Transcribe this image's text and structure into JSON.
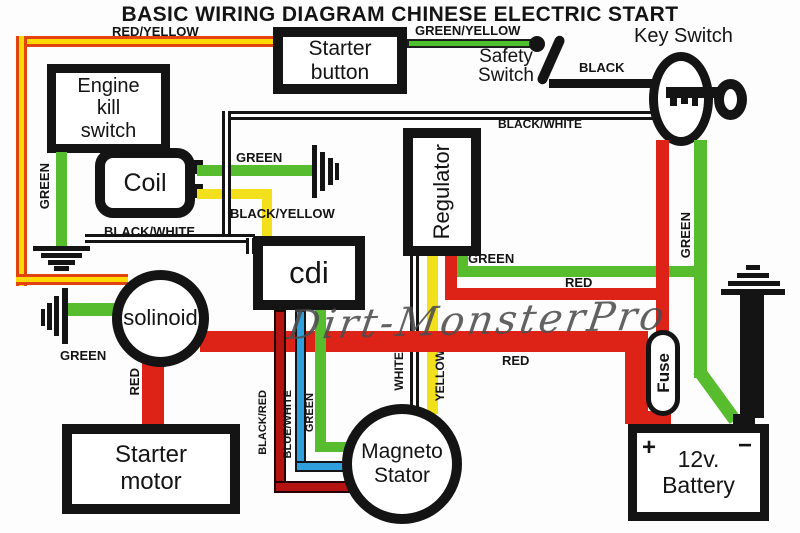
{
  "title": "BASIC WIRING DIAGRAM CHINESE ELECTRIC START",
  "watermark": "Dirt-MonsterPro",
  "boxes": {
    "engine_kill_switch": "Engine\nkill\nswitch",
    "coil": "Coil",
    "starter_button": "Starter\nbutton",
    "safety_switch": "Safety\nSwitch",
    "key_switch": "Key Switch",
    "regulator": "Regulator",
    "cdi": "cdi",
    "solenoid": "solinoid",
    "starter_motor": "Starter\nmotor",
    "magneto_stator": "Magneto\nStator",
    "fuse": "Fuse",
    "battery": "12v.\nBattery",
    "battery_plus": "+",
    "battery_minus": "−"
  },
  "wire_labels": {
    "red_yellow": "RED/YELLOW",
    "green_yellow": "GREEN/YELLOW",
    "black": "BLACK",
    "black_white_top": "BLACK/WHITE",
    "black_white_left": "BLACK/WHITE",
    "green_kill": "GREEN",
    "green_coil": "GREEN",
    "black_yellow": "BLACK/YELLOW",
    "green_solenoid": "GREEN",
    "red_solenoid": "RED",
    "green_regulator": "GREEN",
    "red_regulator": "RED",
    "green_key": "GREEN",
    "red_main": "RED",
    "black_red": "BLACK/RED",
    "blue_white": "BLUE/WHITE",
    "green_cdi": "GREEN",
    "white": "WHITE",
    "yellow": "YELLOW"
  },
  "colors": {
    "red": "#dd2217",
    "green": "#57bd2f",
    "yellow": "#f3e01c",
    "blue": "#2f9fdd",
    "dark_red": "#b51212",
    "orange_red": "#e2430f",
    "wire_black": "#141414"
  }
}
